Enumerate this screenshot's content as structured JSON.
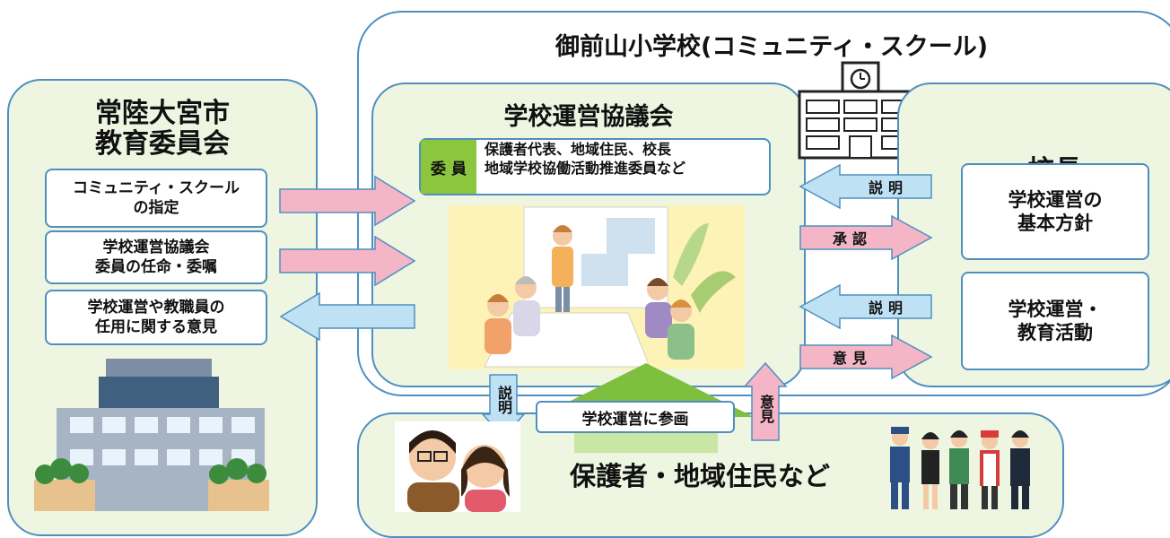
{
  "left": {
    "title_line1": "常陸大宮市",
    "title_line2": "教育委員会",
    "box1_line1": "コミュニティ・スクール",
    "box1_line2": "の指定",
    "box2_line1": "学校運営協議会",
    "box2_line2": "委員の任命・委嘱",
    "box3_line1": "学校運営や教職員の",
    "box3_line2": "任用に関する意見"
  },
  "school": {
    "title": "御前山小学校(コミュニティ・スクール)"
  },
  "council": {
    "title": "学校運営協議会",
    "member_label": "委 員",
    "member_line1": "保護者代表、地域住民、校長",
    "member_line2": "地域学校協働活動推進委員など"
  },
  "principal": {
    "title": "校長",
    "box1_line1": "学校運営の",
    "box1_line2": "基本方針",
    "box2_line1": "学校運営・",
    "box2_line2": "教育活動"
  },
  "arrows": {
    "explain1": "説明",
    "approve": "承認",
    "explain2": "説明",
    "opinion": "意見",
    "down_explain": "説明",
    "up_opinion": "意見"
  },
  "bottom": {
    "participate": "学校運営に参画",
    "title": "保護者・地域住民など"
  },
  "colors": {
    "panel_border": "#4f8fc0",
    "panel_fill": "#eef6e2",
    "arrow_pink": "#f4b6c6",
    "arrow_blue": "#bfe1f4",
    "member_green": "#8cc63f",
    "meeting_bg": "#fdf3b6"
  },
  "icons": [
    "clock-tower-school-icon",
    "city-hall-building-icon",
    "parents-icon",
    "community-people-icon",
    "meeting-illustration-icon"
  ]
}
